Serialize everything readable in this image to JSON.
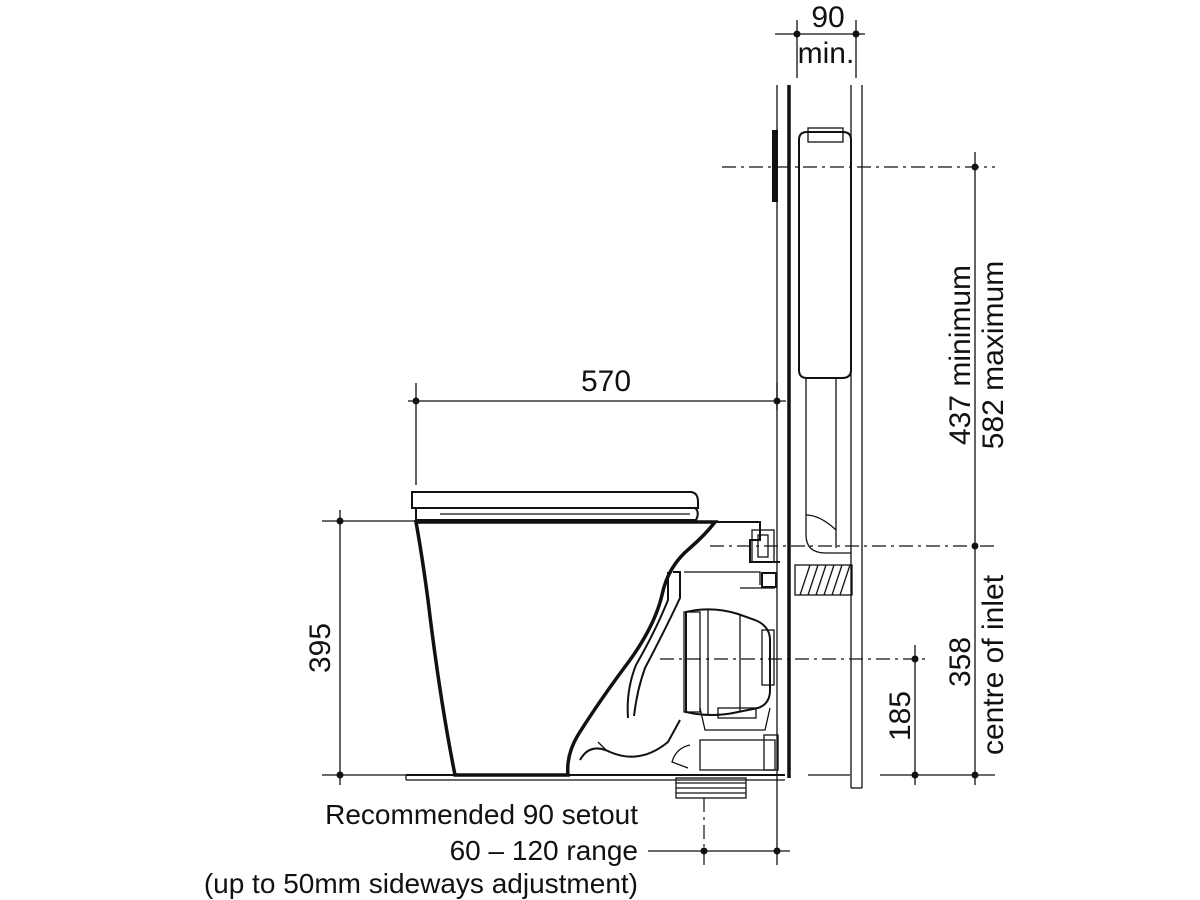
{
  "dimensions": {
    "wall_gap_value": "90",
    "wall_gap_suffix": "min.",
    "pan_depth": "570",
    "pan_height": "395",
    "outlet_height": "185",
    "inlet_height_value": "358",
    "inlet_height_label": "centre of inlet",
    "cistern_range_min": "437 minimum",
    "cistern_range_max": "582 maximum"
  },
  "notes": {
    "setout_line1": "Recommended 90 setout",
    "setout_line2": "60 – 120 range",
    "setout_line3": "(up to 50mm sideways adjustment)"
  }
}
